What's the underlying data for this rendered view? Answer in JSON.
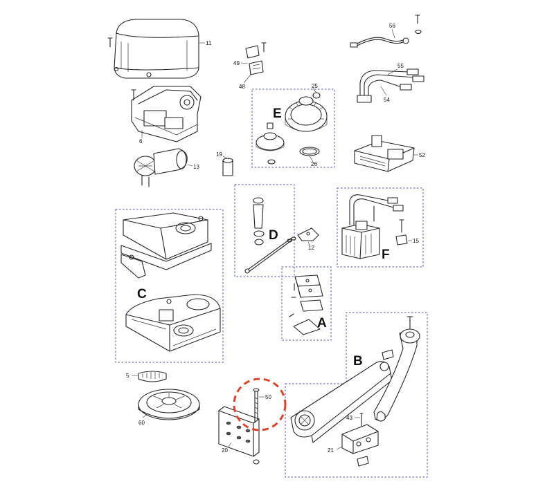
{
  "parts": {
    "p11": "11",
    "p6": "6",
    "p13": "13",
    "p19": "19",
    "p49": "49",
    "p48": "48",
    "p25": "25",
    "p26": "26",
    "p56": "56",
    "p55": "55",
    "p54": "54",
    "p52": "52",
    "p12": "12",
    "p15": "15",
    "p5": "5",
    "p60": "60",
    "p50": "50",
    "p20": "20",
    "p43": "43",
    "p21": "21"
  },
  "groups": {
    "A": "A",
    "B": "B",
    "C": "C",
    "D": "D",
    "E": "E",
    "F": "F"
  },
  "colors": {
    "group_border": "#4a4fa8",
    "highlight": "#d9432a",
    "line": "#222222"
  }
}
